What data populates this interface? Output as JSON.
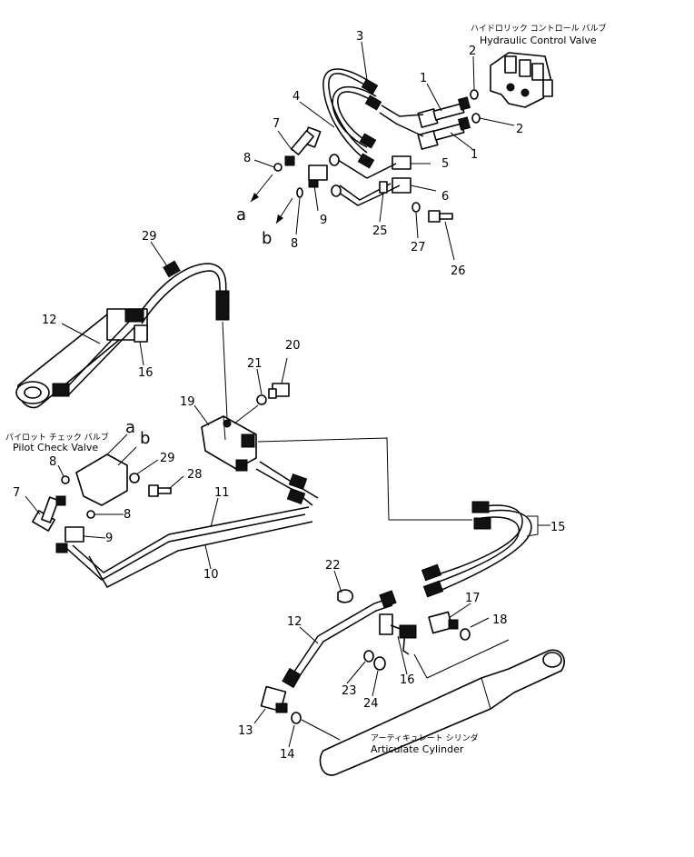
{
  "captions": {
    "control_valve_jp": "ハイドロリック コントロール バルブ",
    "control_valve_en": "Hydraulic Control Valve",
    "pilot_valve_jp": "パイロット チェック バルブ",
    "pilot_valve_en": "Pilot Check Valve",
    "cylinder_jp": "アーティキュレート シリンダ",
    "cylinder_en": "Articulate Cylinder"
  },
  "connectors": {
    "a": "a",
    "b": "b"
  },
  "callouts": {
    "c1a": "1",
    "c1b": "1",
    "c2a": "2",
    "c2b": "2",
    "c3": "3",
    "c4": "4",
    "c5": "5",
    "c6": "6",
    "c7a": "7",
    "c7b": "7",
    "c8a": "8",
    "c8b": "8",
    "c8c": "8",
    "c8d": "8",
    "c9a": "9",
    "c9b": "9",
    "c10": "10",
    "c11": "11",
    "c12a": "12",
    "c12b": "12",
    "c13": "13",
    "c14": "14",
    "c15": "15",
    "c16a": "16",
    "c16b": "16",
    "c17": "17",
    "c18": "18",
    "c19": "19",
    "c20": "20",
    "c21": "21",
    "c22": "22",
    "c23": "23",
    "c24": "24",
    "c25": "25",
    "c26": "26",
    "c27": "27",
    "c28": "28",
    "c29a": "29",
    "c29b": "29"
  }
}
